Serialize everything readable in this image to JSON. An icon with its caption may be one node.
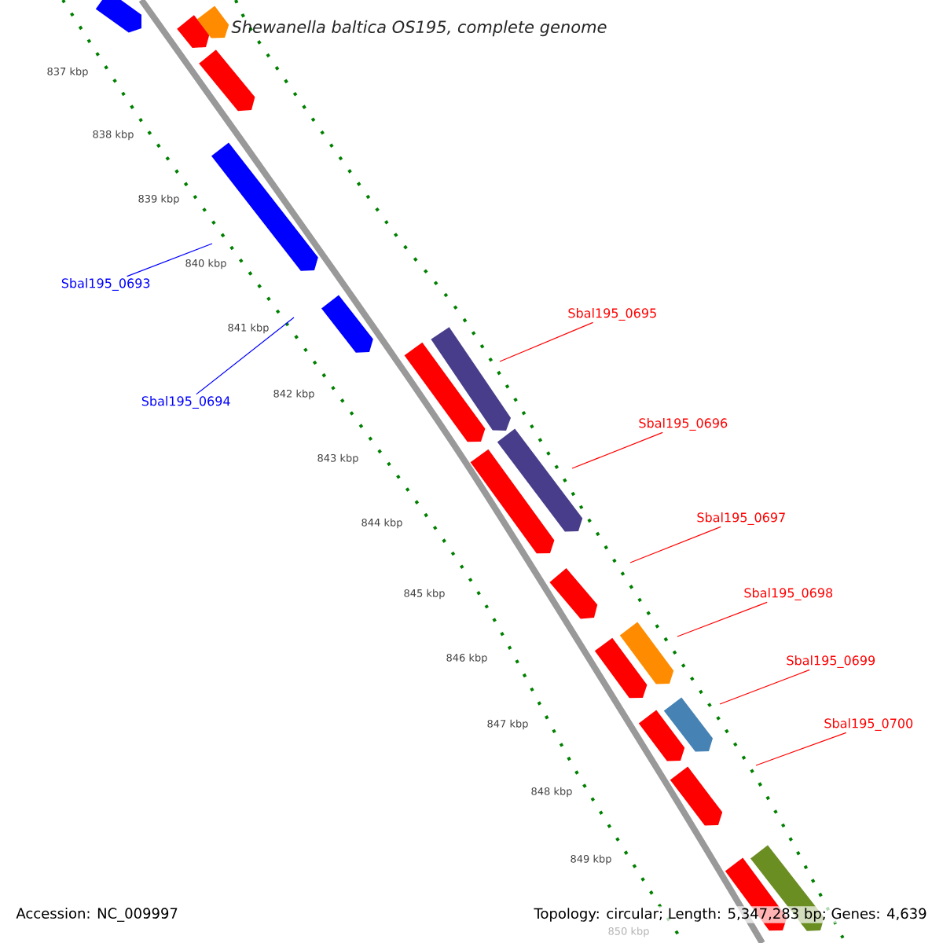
{
  "diagram": {
    "title": "Shewanella baltica OS195, complete genome",
    "nodes": [
      {
        "text": [
          "Sbal195_0693"
        ]
      },
      {
        "text": [
          "Sbal195_0694"
        ]
      },
      {
        "text": [
          "Sbal195_0695"
        ]
      },
      {
        "text": [
          "Sbal195_0696"
        ]
      },
      {
        "text": [
          "Sbal195_0697"
        ]
      },
      {
        "text": [
          "Sbal195_0698"
        ]
      },
      {
        "text": [
          "Sbal195_0699"
        ]
      },
      {
        "text": [
          "Sbal195_0700"
        ]
      }
    ],
    "edges": [
      {
        "from": 0,
        "to": null,
        "arrow": "none",
        "color": "#0000ff"
      },
      {
        "from": 1,
        "to": null,
        "arrow": "none",
        "color": "#0000ff"
      },
      {
        "from": 2,
        "to": null,
        "arrow": "none"
      },
      {
        "from": 3,
        "to": null,
        "arrow": "none"
      },
      {
        "from": 4,
        "to": null,
        "arrow": "none"
      },
      {
        "from": 5,
        "to": null,
        "arrow": "none"
      },
      {
        "from": 6,
        "to": null,
        "arrow": "none"
      },
      {
        "from": 7,
        "to": null,
        "arrow": "none"
      }
    ],
    "labels": [
      "837 kbp",
      "838 kbp",
      "839 kbp",
      "840 kbp",
      "841 kbp",
      "842 kbp",
      "843 kbp",
      "844 kbp",
      "845 kbp",
      "846 kbp",
      "847 kbp",
      "848 kbp",
      "849 kbp",
      "Accession: NC_009997",
      "Topology: circular; Length: 5,347,283 bp; Genes: 4,639",
      "850 kbp"
    ]
  }
}
